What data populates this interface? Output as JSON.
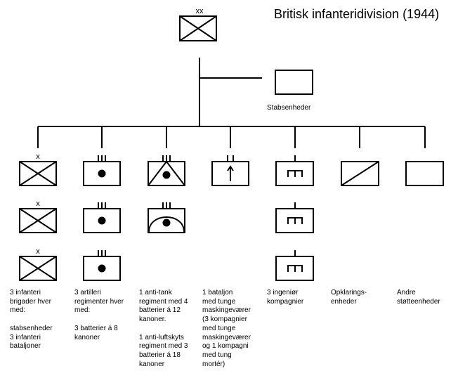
{
  "title": "Britisk infanteridivision (1944)",
  "hq_label": "Stabsenheder",
  "division_symbol": "infantry-division-xx-symbol",
  "columns": [
    {
      "id": "infantry",
      "symbol": "infantry-brigade-icon",
      "count": 3,
      "caption": "3 infanteri\nbrigader hver\nmed:\n\nstabsenheder\n3 infanteri\nbataljoner"
    },
    {
      "id": "artillery",
      "symbol": "artillery-regiment-icon",
      "count": 3,
      "caption": "3 artilleri\nregimenter hver\nmed:\n\n3 batterier á 8\nkanoner"
    },
    {
      "id": "antitank",
      "symbol": "anti-tank-regiment-icon",
      "count": 1,
      "caption": "1 anti-tank\nregiment med 4\nbatterier á 12\nkanoner.\n\n1 anti-luftskyts\nregiment med 3\nbatterier á 18\nkanoner"
    },
    {
      "id": "machinegun",
      "symbol": "machine-gun-battalion-icon",
      "count": 1,
      "caption": "1 bataljon\nmed tunge\nmaskingeværer\n(3 kompagnier\nmed tunge\nmaskingeværer\nog 1 kompagni\nmed tung\nmortér)"
    },
    {
      "id": "engineer",
      "symbol": "engineer-company-icon",
      "count": 3,
      "caption": "3 ingeniør\nkompagnier"
    },
    {
      "id": "recon",
      "symbol": "reconnaissance-icon",
      "count": 1,
      "caption": "Opklarings-\nenheder"
    },
    {
      "id": "support",
      "symbol": "support-unit-icon",
      "count": 1,
      "caption": "Andre\nstøtteenheder"
    }
  ]
}
